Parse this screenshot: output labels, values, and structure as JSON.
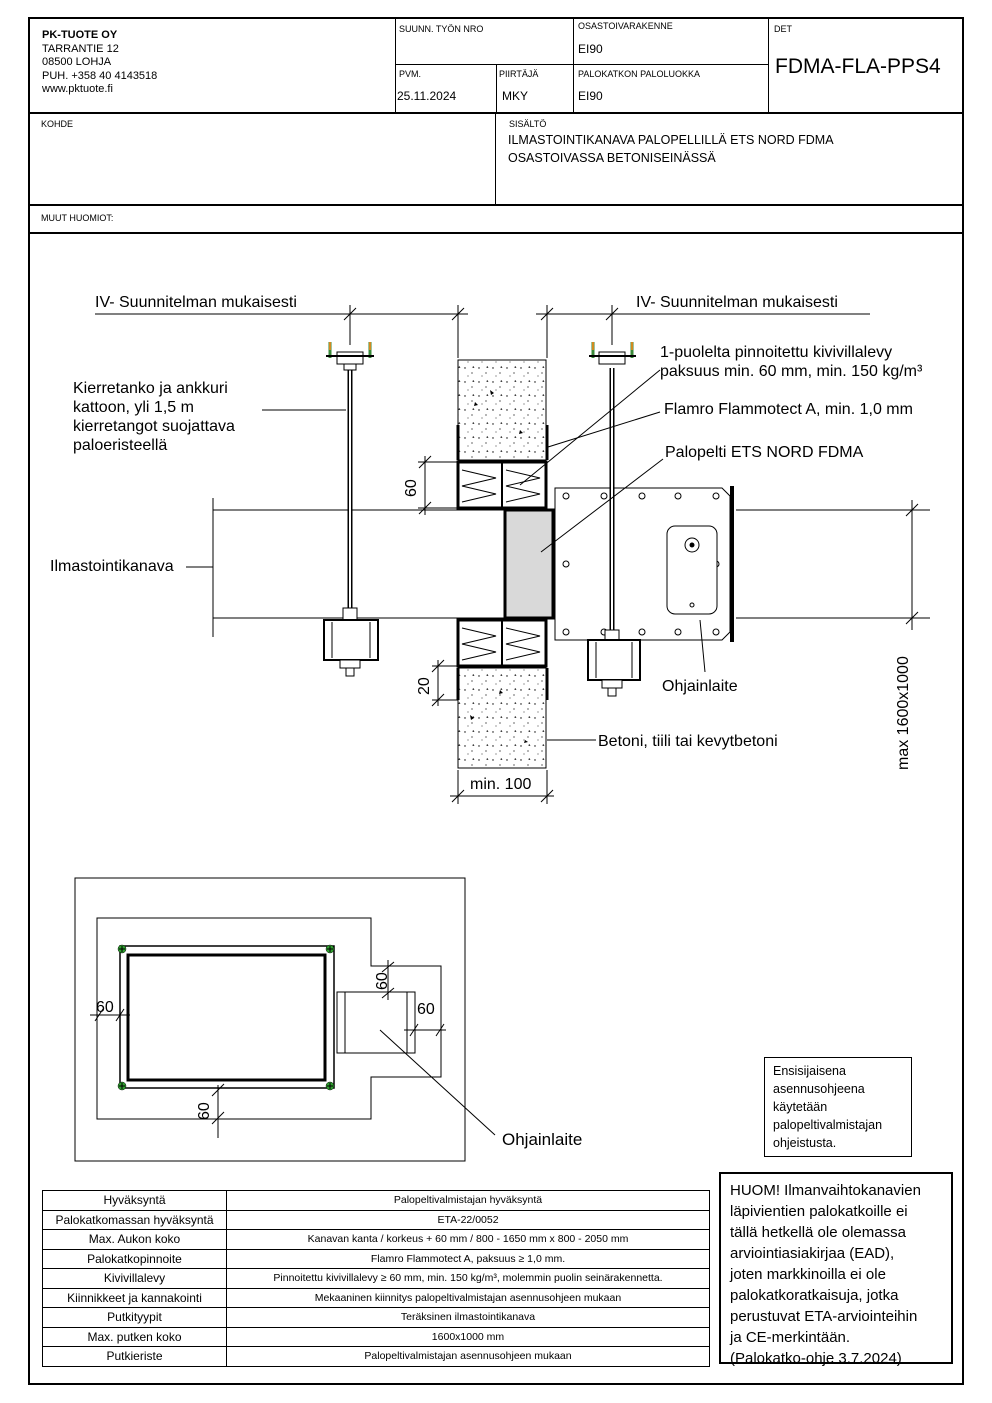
{
  "title_block": {
    "company": {
      "name": "PK-TUOTE OY",
      "street": "TARRANTIE 12",
      "city": "08500 LOHJA",
      "phone": "PUH. +358 40 4143518",
      "web": "www.pktuote.fi"
    },
    "work_no_label": "SUUNN. TYÖN NRO",
    "work_no": "",
    "compartment_label": "OSASTOIVARAKENNE",
    "compartment": "EI90",
    "det_label": "DET",
    "det": "FDMA-FLA-PPS4",
    "date_label": "PVM.",
    "date": "25.11.2024",
    "drawer_label": "PIIRTÄJÄ",
    "drawer": "MKY",
    "class_label": "PALOKATKON PALOLUOKKA",
    "class": "EI90",
    "site_label": "KOHDE",
    "content_label": "SISÄLTÖ",
    "content_line1": "ILMASTOINTIKANAVA PALOPELLILLÄ ETS NORD FDMA",
    "content_line2": "OSASTOIVASSA BETONISEINÄSSÄ",
    "notes_label": "MUUT HUOMIOT:"
  },
  "section": {
    "iv_left": "IV- Suunnitelman mukaisesti",
    "iv_right": "IV- Suunnitelman mukaisesti",
    "rod_l1": "Kierretanko ja ankkuri",
    "rod_l2": "kattoon, yli 1,5 m",
    "rod_l3": "kierretangot suojattava",
    "rod_l4": "paloeristeellä",
    "wool_l1": "1-puolelta pinnoitettu kivivillalevy",
    "wool_l2": "paksuus min. 60 mm, min. 150 kg/m³",
    "coating": "Flamro Flammotect A, min. 1,0 mm",
    "damper": "Palopelti ETS NORD FDMA",
    "duct": "Ilmastointikanava",
    "actuator": "Ohjainlaite",
    "wall": "Betoni, tiili tai kevytbetoni",
    "dim_60": "60",
    "dim_20": "20",
    "dim_min100": "min. 100",
    "dim_max": "max 1600x1000"
  },
  "plan": {
    "dim_left": "60",
    "dim_top": "60",
    "dim_right": "60",
    "dim_bottom": "60",
    "actuator": "Ohjainlaite"
  },
  "spec_table": [
    {
      "key": "Hyväksyntä",
      "value": "Palopeltivalmistajan hyväksyntä"
    },
    {
      "key": "Palokatkomassan hyväksyntä",
      "value": "ETA-22/0052"
    },
    {
      "key": "Max. Aukon koko",
      "value": "Kanavan kanta / korkeus + 60 mm / 800 - 1650 mm x 800 - 2050 mm"
    },
    {
      "key": "Palokatkopinnoite",
      "value": "Flamro Flammotect A, paksuus ≥ 1,0 mm."
    },
    {
      "key": "Kivivillalevy",
      "value": "Pinnoitettu kivivillalevy ≥ 60 mm, min. 150 kg/m³, molemmin puolin seinärakennetta."
    },
    {
      "key": "Kiinnikkeet ja kannakointi",
      "value": "Mekaaninen kiinnitys palopeltivalmistajan asennusohjeen mukaan"
    },
    {
      "key": "Putkityypit",
      "value": "Teräksinen ilmastointikanava"
    },
    {
      "key": "Max. putken koko",
      "value": "1600x1000 mm"
    },
    {
      "key": "Putkieriste",
      "value": "Palopeltivalmistajan asennusohjeen mukaan"
    }
  ],
  "note_primary": {
    "l1": "Ensisijaisena",
    "l2": "asennusohjeena",
    "l3": "käytetään",
    "l4": "palopeltivalmistajan",
    "l5": "ohjeistusta."
  },
  "note_huom": {
    "l1": "HUOM! Ilmanvaihtokanavien",
    "l2": "läpivientien palokatkoille ei",
    "l3": "tällä hetkellä ole olemassa",
    "l4": "arviointiasiakirjaa (EAD),",
    "l5": "joten markkinoilla ei ole",
    "l6": "palokatkoratkaisuja, jotka",
    "l7": "perustuvat ETA-arviointeihin",
    "l8": "ja CE-merkintään.",
    "l9": "(Palokatko-ohje 3.7.2024)"
  }
}
